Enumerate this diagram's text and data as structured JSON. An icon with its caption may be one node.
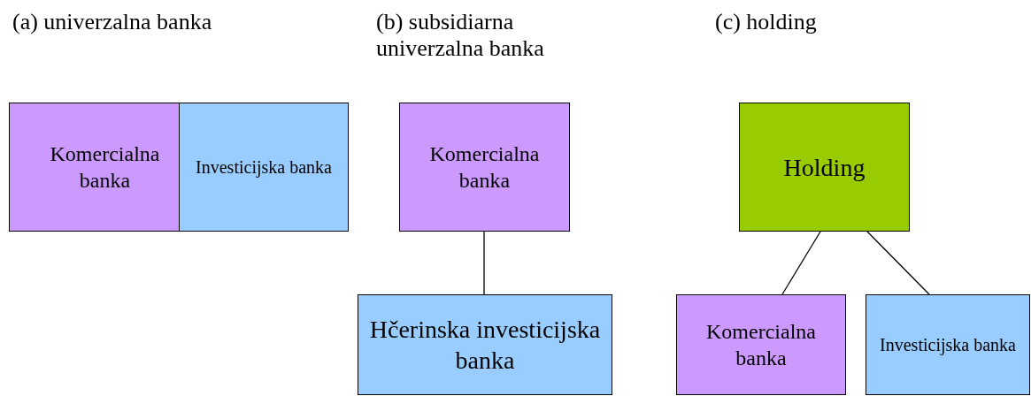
{
  "diagram": {
    "nodes": [
      {
        "text": [
          "Komercialna banka"
        ]
      },
      {
        "text": [
          "Investicijska banka"
        ]
      },
      {
        "text": [
          "Komercialna banka"
        ]
      },
      {
        "text": [
          "Hčerinska investicijska banka"
        ]
      },
      {
        "text": [
          "Holding"
        ]
      },
      {
        "text": [
          "Komercialna banka"
        ]
      },
      {
        "text": [
          "Investicijska banka"
        ]
      }
    ],
    "edges": [
      {
        "from": 2,
        "to": 3,
        "arrow": "none"
      },
      {
        "from": 4,
        "to": 5,
        "arrow": "none"
      },
      {
        "from": 4,
        "to": 6,
        "arrow": "none"
      }
    ],
    "labels": [
      "(a) univerzalna banka",
      "(b) subsidiarna univerzalna banka",
      "(c) holding"
    ]
  }
}
